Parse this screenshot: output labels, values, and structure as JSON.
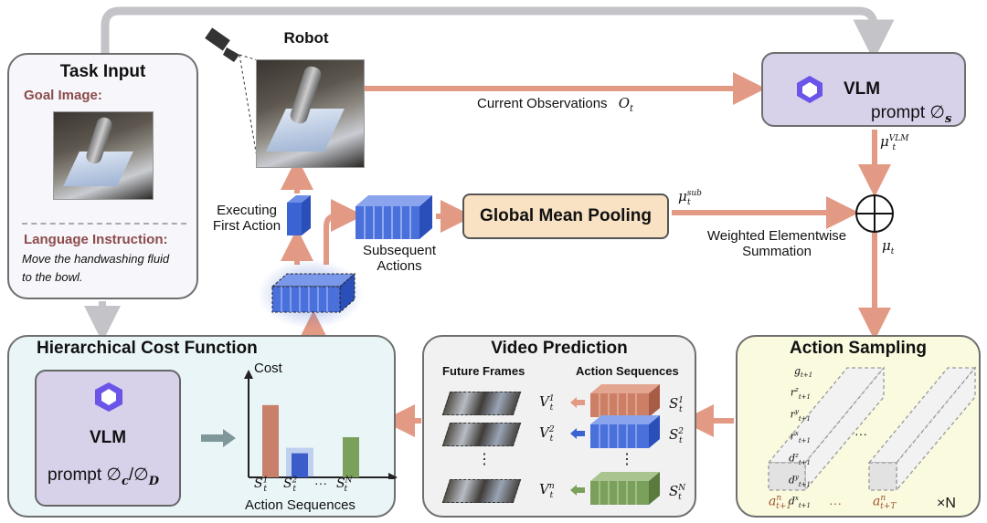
{
  "task_input": {
    "title": "Task Input",
    "goal_image_label": "Goal Image:",
    "language_label": "Language Instruction:",
    "instruction_line1": "Move the handwashing fluid",
    "instruction_line2": "to the bowl."
  },
  "robot": {
    "label": "Robot"
  },
  "observation": {
    "label": "Current Observations"
  },
  "vlm_top": {
    "label": "VLM",
    "prompt_prefix": "prompt ",
    "prompt_symbol": "∅",
    "prompt_sub": "s",
    "output_base": "μ",
    "output_sup": "VLM",
    "output_sub": "t"
  },
  "executing": {
    "line1": "Executing",
    "line2": "First Action"
  },
  "subsequent": {
    "line1": "Subsequent",
    "line2": "Actions"
  },
  "pooling": {
    "label": "Global Mean Pooling",
    "output_base": "μ",
    "output_sup": "sub",
    "output_sub": "t"
  },
  "summation": {
    "line1": "Weighted Elementwise",
    "line2": "Summation",
    "symbol": "⊕",
    "output_base": "μ",
    "output_sub": "t"
  },
  "cost_function": {
    "title": "Hierarchical Cost Function",
    "vlm_label": "VLM",
    "prompt_prefix": "prompt ",
    "prompt_c": "c",
    "prompt_d": "D",
    "y_axis_label": "Cost",
    "x_axis_label": "Action Sequences",
    "ellipsis": "···"
  },
  "chart_data": {
    "type": "bar",
    "categories": [
      "S_t^1",
      "S_t^2",
      "...",
      "S_t^N"
    ],
    "values": [
      0.72,
      0.24,
      null,
      0.4
    ],
    "ylabel": "Cost",
    "xlabel": "Action Sequences",
    "colors": [
      "#c8806a",
      "#3b5dc9",
      null,
      "#7ba05b"
    ]
  },
  "video_prediction": {
    "title": "Video Prediction",
    "frames_header": "Future Frames",
    "sequences_header": "Action Sequences",
    "v_labels": [
      "1",
      "2",
      "n"
    ],
    "s_labels": [
      "1",
      "2",
      "N"
    ],
    "dots": "⋮"
  },
  "action_sampling": {
    "title": "Action Sampling",
    "ellipsis": "···",
    "multiplier": "×N",
    "a_first_sub": "t+1",
    "a_last_sub": "t+T",
    "a_sup": "n"
  },
  "colors": {
    "arrow": "#e39a85",
    "gray_arrow": "#c3c3c8",
    "vlm_box": "#d8d1ea",
    "pooling_box": "#f9e2c4",
    "cost_box": "#eaf5f8",
    "video_box": "#f1f1f1",
    "sampling_box": "#fafadf",
    "blue": "#3b63d1"
  }
}
